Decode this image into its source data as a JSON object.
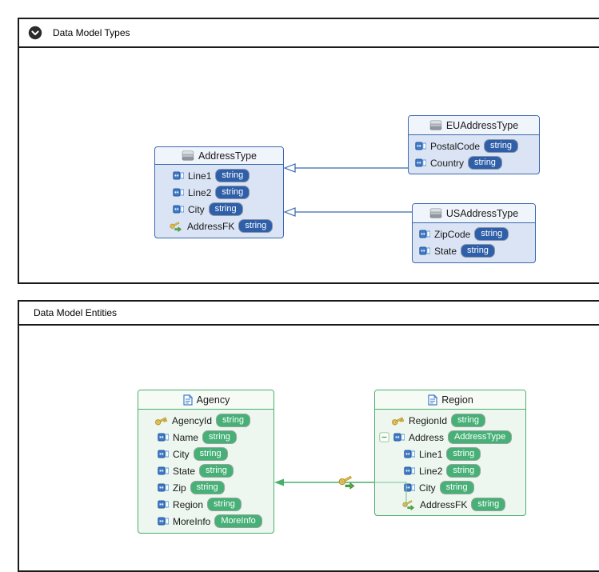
{
  "panels": {
    "types": {
      "title": "Data Model Types",
      "collapse_icon": "chevron-down-circle-icon"
    },
    "entities": {
      "title": "Data Model Entities"
    }
  },
  "types": {
    "addressType": {
      "title": "AddressType",
      "header_icon": "complex-type-icon",
      "fields": [
        {
          "icon": "property-icon",
          "name": "Line1",
          "type": "string"
        },
        {
          "icon": "property-icon",
          "name": "Line2",
          "type": "string"
        },
        {
          "icon": "property-icon",
          "name": "City",
          "type": "string"
        },
        {
          "icon": "foreign-key-icon",
          "name": "AddressFK",
          "type": "string"
        }
      ]
    },
    "euAddressType": {
      "title": "EUAddressType",
      "header_icon": "complex-type-icon",
      "fields": [
        {
          "icon": "property-icon",
          "name": "PostalCode",
          "type": "string"
        },
        {
          "icon": "property-icon",
          "name": "Country",
          "type": "string"
        }
      ]
    },
    "usAddressType": {
      "title": "USAddressType",
      "header_icon": "complex-type-icon",
      "fields": [
        {
          "icon": "property-icon",
          "name": "ZipCode",
          "type": "string"
        },
        {
          "icon": "property-icon",
          "name": "State",
          "type": "string"
        }
      ]
    }
  },
  "entities": {
    "agency": {
      "title": "Agency",
      "header_icon": "entity-icon",
      "fields": [
        {
          "icon": "primary-key-icon",
          "name": "AgencyId",
          "type": "string"
        },
        {
          "icon": "property-icon",
          "name": "Name",
          "type": "string"
        },
        {
          "icon": "property-icon",
          "name": "City",
          "type": "string"
        },
        {
          "icon": "property-icon",
          "name": "State",
          "type": "string"
        },
        {
          "icon": "property-icon",
          "name": "Zip",
          "type": "string"
        },
        {
          "icon": "property-icon",
          "name": "Region",
          "type": "string"
        },
        {
          "icon": "property-icon",
          "name": "MoreInfo",
          "type": "MoreInfo"
        }
      ]
    },
    "region": {
      "title": "Region",
      "header_icon": "entity-icon",
      "fields": [
        {
          "icon": "primary-key-icon",
          "name": "RegionId",
          "type": "string"
        },
        {
          "icon": "property-icon",
          "name": "Address",
          "type": "AddressType",
          "expander": "collapse-minus-icon"
        },
        {
          "icon": "property-icon",
          "name": "Line1",
          "type": "string",
          "nested": true
        },
        {
          "icon": "property-icon",
          "name": "Line2",
          "type": "string",
          "nested": true
        },
        {
          "icon": "property-icon",
          "name": "City",
          "type": "string",
          "nested": true
        },
        {
          "icon": "foreign-key-icon",
          "name": "AddressFK",
          "type": "string",
          "nested": true
        }
      ]
    }
  },
  "connectors": {
    "inheritance": [
      {
        "from": "EUAddressType",
        "to": "AddressType",
        "arrow": "hollow-triangle"
      },
      {
        "from": "USAddressType",
        "to": "AddressType",
        "arrow": "hollow-triangle"
      }
    ],
    "association": {
      "from": "Region.AddressFK",
      "to": "Agency",
      "arrow": "solid-triangle",
      "badge": "foreign-key-icon"
    }
  },
  "colors": {
    "type_border": "#3a68b0",
    "type_body": "#dbe4f4",
    "type_pill": "#2e5fa8",
    "entity_border": "#4aaf6c",
    "entity_body": "#edf6ef",
    "entity_pill": "#47b077",
    "panel_border": "#1a1a1a"
  }
}
